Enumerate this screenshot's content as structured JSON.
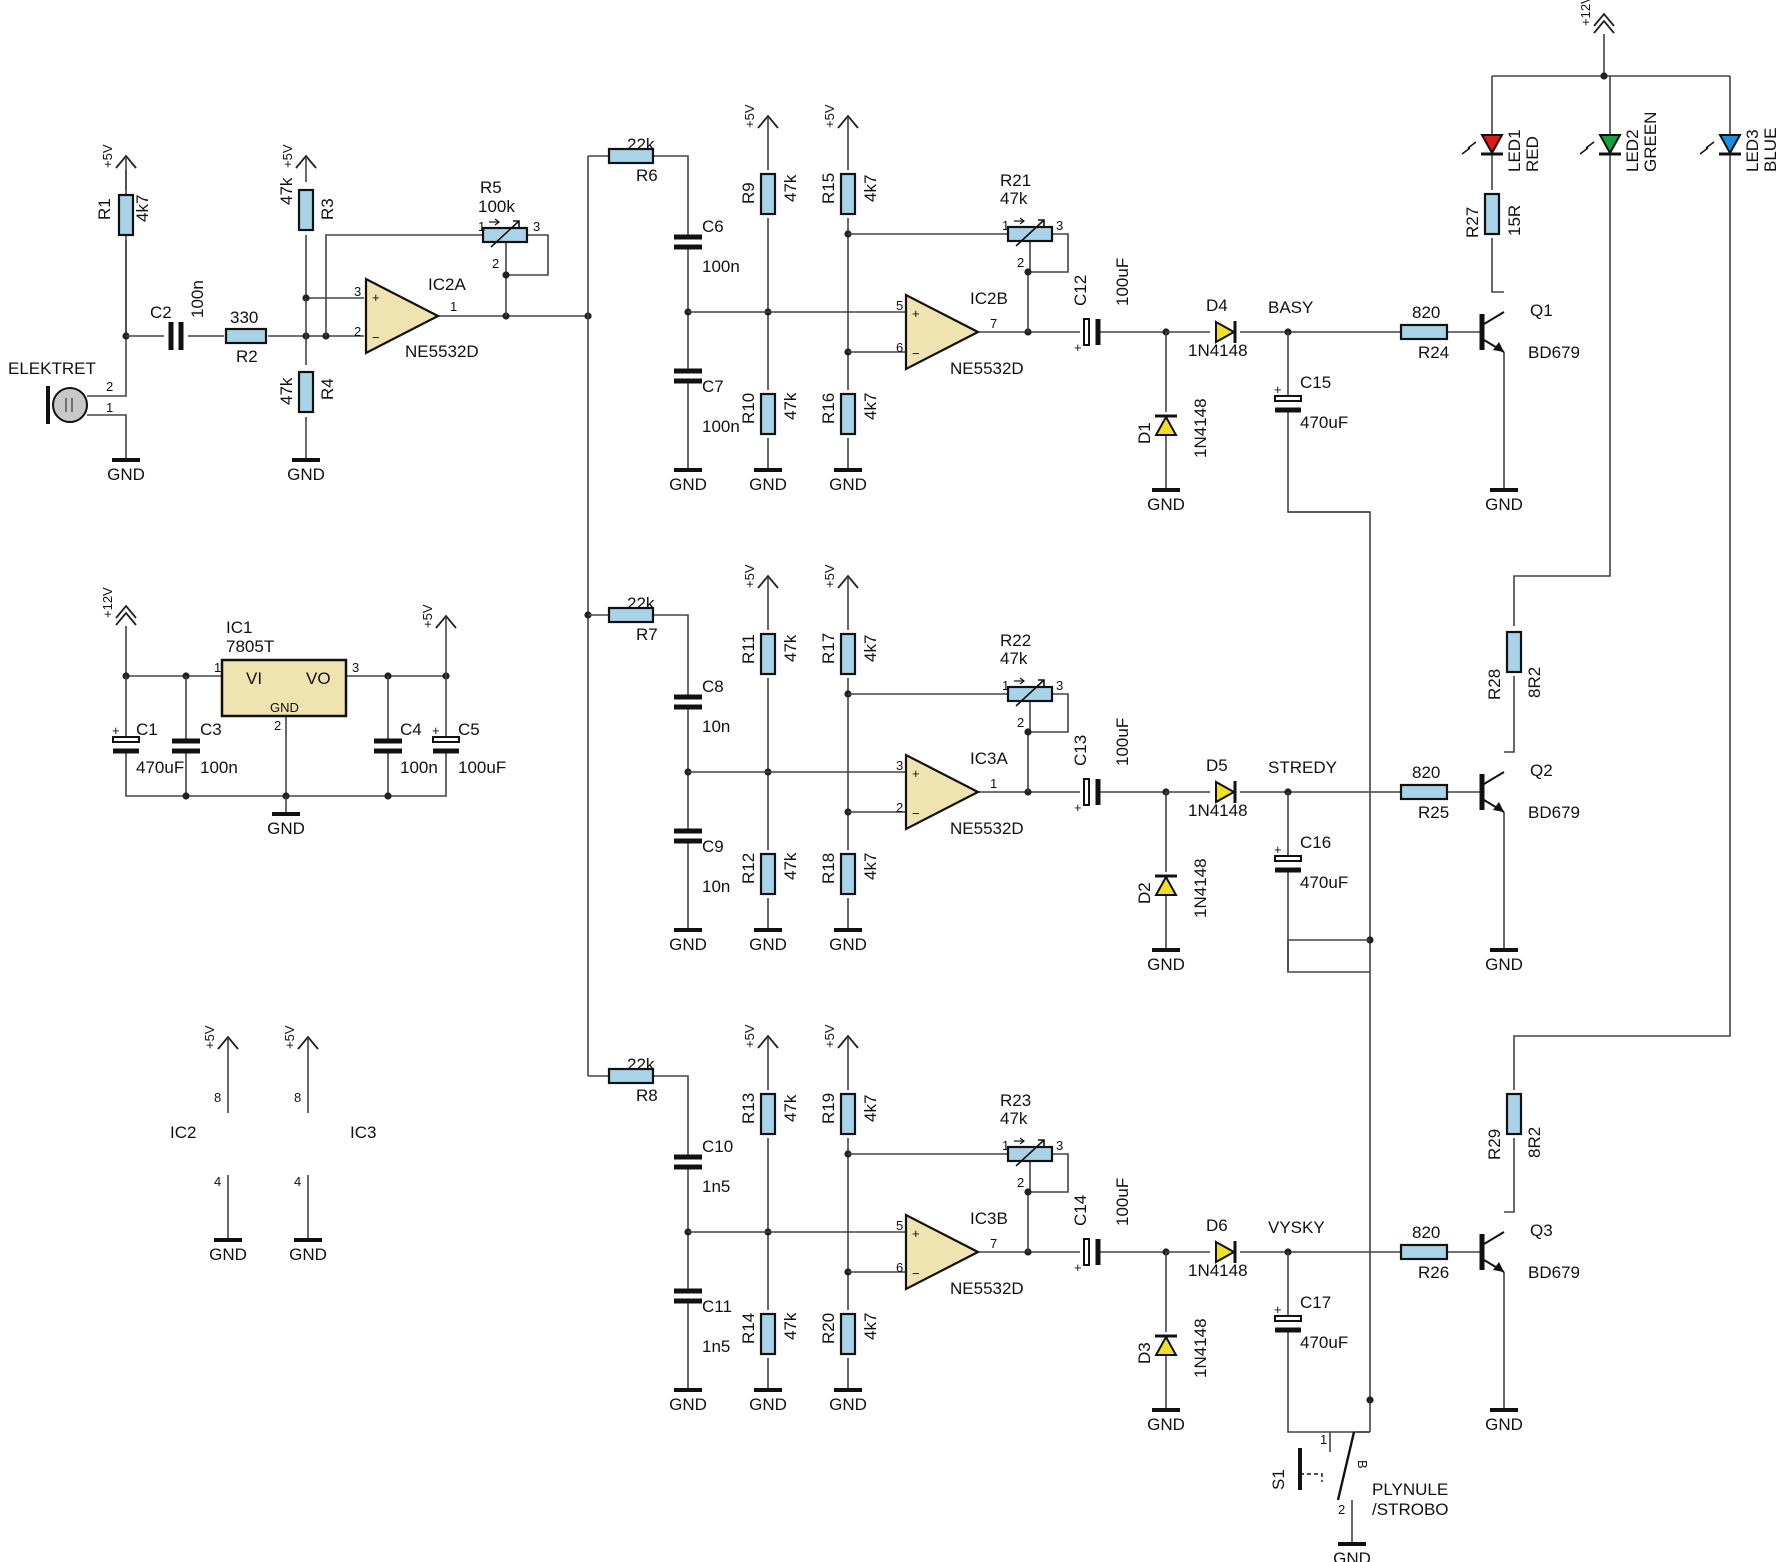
{
  "colors": {
    "resistor": "#a9d3e9",
    "opamp": "#efe3b0",
    "led_red": "#e01818",
    "led_green": "#18a040",
    "led_blue": "#1a8fe0",
    "diode": "#f0e020"
  },
  "rails": {
    "v5": "+5V",
    "v12": "+12V",
    "gnd": "GND"
  },
  "mic": {
    "label": "ELEKTRET",
    "pin1": "1",
    "pin2": "2"
  },
  "input": {
    "R1": {
      "ref": "R1",
      "val": "4k7"
    },
    "C2": {
      "ref": "C2",
      "val": "100n"
    },
    "R2": {
      "ref": "R2",
      "val": "330"
    },
    "R3": {
      "ref": "R3",
      "val": "47k"
    },
    "R4": {
      "ref": "R4",
      "val": "47k"
    },
    "R5": {
      "ref": "R5",
      "val": "100k",
      "p1": "1",
      "p2": "2",
      "p3": "3"
    },
    "IC2A": {
      "ref": "IC2A",
      "part": "NE5532D",
      "p1": "1",
      "p2": "2",
      "p3": "3"
    }
  },
  "reg": {
    "IC1": {
      "ref": "IC1",
      "part": "7805T",
      "vi": "VI",
      "vo": "VO",
      "gnd": "GND",
      "p1": "1",
      "p2": "2",
      "p3": "3"
    },
    "C1": {
      "ref": "C1",
      "val": "470uF"
    },
    "C3": {
      "ref": "C3",
      "val": "100n"
    },
    "C4": {
      "ref": "C4",
      "val": "100n"
    },
    "C5": {
      "ref": "C5",
      "val": "100uF"
    }
  },
  "power": {
    "ic2": "IC2",
    "ic3": "IC3",
    "p8": "8",
    "p4": "4"
  },
  "channels": [
    {
      "rin": {
        "ref": "R6",
        "val": "22k"
      },
      "ca": {
        "ref": "C6",
        "val": "100n"
      },
      "cb": {
        "ref": "C7",
        "val": "100n"
      },
      "ra": {
        "ref": "R9",
        "val": "47k"
      },
      "rb": {
        "ref": "R10",
        "val": "47k"
      },
      "rc": {
        "ref": "R15",
        "val": "4k7"
      },
      "rd": {
        "ref": "R16",
        "val": "4k7"
      },
      "pot": {
        "ref": "R21",
        "val": "47k",
        "p1": "1",
        "p2": "2",
        "p3": "3"
      },
      "op": {
        "ref": "IC2B",
        "part": "NE5532D",
        "pp": "5",
        "pn": "6",
        "po": "7"
      },
      "cc": {
        "ref": "C12",
        "val": "100uF"
      },
      "ds": {
        "ref": "D4",
        "val": "1N4148"
      },
      "dg": {
        "ref": "D1",
        "val": "1N4148"
      },
      "net": "BASY",
      "ce": {
        "ref": "C15",
        "val": "470uF"
      },
      "rb2": {
        "ref": "R24",
        "val": "820"
      },
      "q": {
        "ref": "Q1",
        "val": "BD679"
      }
    },
    {
      "rin": {
        "ref": "R7",
        "val": "22k"
      },
      "ca": {
        "ref": "C8",
        "val": "10n"
      },
      "cb": {
        "ref": "C9",
        "val": "10n"
      },
      "ra": {
        "ref": "R11",
        "val": "47k"
      },
      "rb": {
        "ref": "R12",
        "val": "47k"
      },
      "rc": {
        "ref": "R17",
        "val": "4k7"
      },
      "rd": {
        "ref": "R18",
        "val": "4k7"
      },
      "pot": {
        "ref": "R22",
        "val": "47k",
        "p1": "1",
        "p2": "2",
        "p3": "3"
      },
      "op": {
        "ref": "IC3A",
        "part": "NE5532D",
        "pp": "3",
        "pn": "2",
        "po": "1"
      },
      "cc": {
        "ref": "C13",
        "val": "100uF"
      },
      "ds": {
        "ref": "D5",
        "val": "1N4148"
      },
      "dg": {
        "ref": "D2",
        "val": "1N4148"
      },
      "net": "STREDY",
      "ce": {
        "ref": "C16",
        "val": "470uF"
      },
      "rb2": {
        "ref": "R25",
        "val": "820"
      },
      "q": {
        "ref": "Q2",
        "val": "BD679"
      }
    },
    {
      "rin": {
        "ref": "R8",
        "val": "22k"
      },
      "ca": {
        "ref": "C10",
        "val": "1n5"
      },
      "cb": {
        "ref": "C11",
        "val": "1n5"
      },
      "ra": {
        "ref": "R13",
        "val": "47k"
      },
      "rb": {
        "ref": "R14",
        "val": "47k"
      },
      "rc": {
        "ref": "R19",
        "val": "4k7"
      },
      "rd": {
        "ref": "R20",
        "val": "4k7"
      },
      "pot": {
        "ref": "R23",
        "val": "47k",
        "p1": "1",
        "p2": "2",
        "p3": "3"
      },
      "op": {
        "ref": "IC3B",
        "part": "NE5532D",
        "pp": "5",
        "pn": "6",
        "po": "7"
      },
      "cc": {
        "ref": "C14",
        "val": "100uF"
      },
      "ds": {
        "ref": "D6",
        "val": "1N4148"
      },
      "dg": {
        "ref": "D3",
        "val": "1N4148"
      },
      "net": "VYSKY",
      "ce": {
        "ref": "C17",
        "val": "470uF"
      },
      "rb2": {
        "ref": "R26",
        "val": "820"
      },
      "q": {
        "ref": "Q3",
        "val": "BD679"
      }
    }
  ],
  "leds": [
    {
      "ref": "LED1",
      "val": "RED"
    },
    {
      "ref": "LED2",
      "val": "GREEN"
    },
    {
      "ref": "LED3",
      "val": "BLUE"
    }
  ],
  "rled": [
    {
      "ref": "R27",
      "val": "15R"
    },
    {
      "ref": "R28",
      "val": "8R2"
    },
    {
      "ref": "R29",
      "val": "8R2"
    }
  ],
  "switch": {
    "ref": "S1",
    "line1": "PLYNULE",
    "line2": "/STROBO",
    "p1": "1",
    "p2": "2",
    "pb": "B"
  }
}
